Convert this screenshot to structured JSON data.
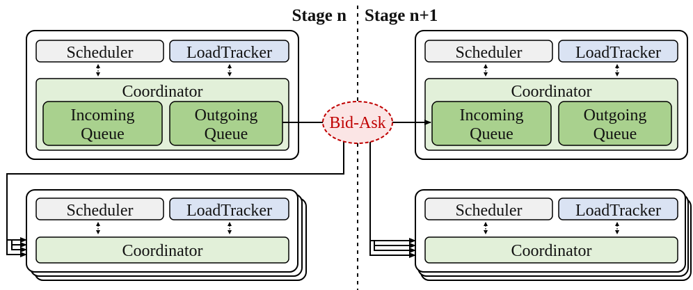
{
  "header": {
    "stage_left": "Stage n",
    "stage_right": "Stage n+1"
  },
  "labels": {
    "scheduler": "Scheduler",
    "load_tracker": "LoadTracker",
    "coordinator": "Coordinator",
    "incoming_line1": "Incoming",
    "incoming_line2": "Queue",
    "outgoing_line1": "Outgoing",
    "outgoing_line2": "Queue",
    "bid_ask": "Bid-Ask"
  },
  "colors": {
    "scheduler_fill": "#f0f0f0",
    "load_tracker_fill": "#dae3f3",
    "coordinator_fill": "#e2f0d9",
    "queue_fill": "#a9d18e",
    "bid_ask_fill": "#fbe5e5",
    "bid_ask_stroke": "#c00000",
    "bid_ask_text": "#c00000"
  }
}
